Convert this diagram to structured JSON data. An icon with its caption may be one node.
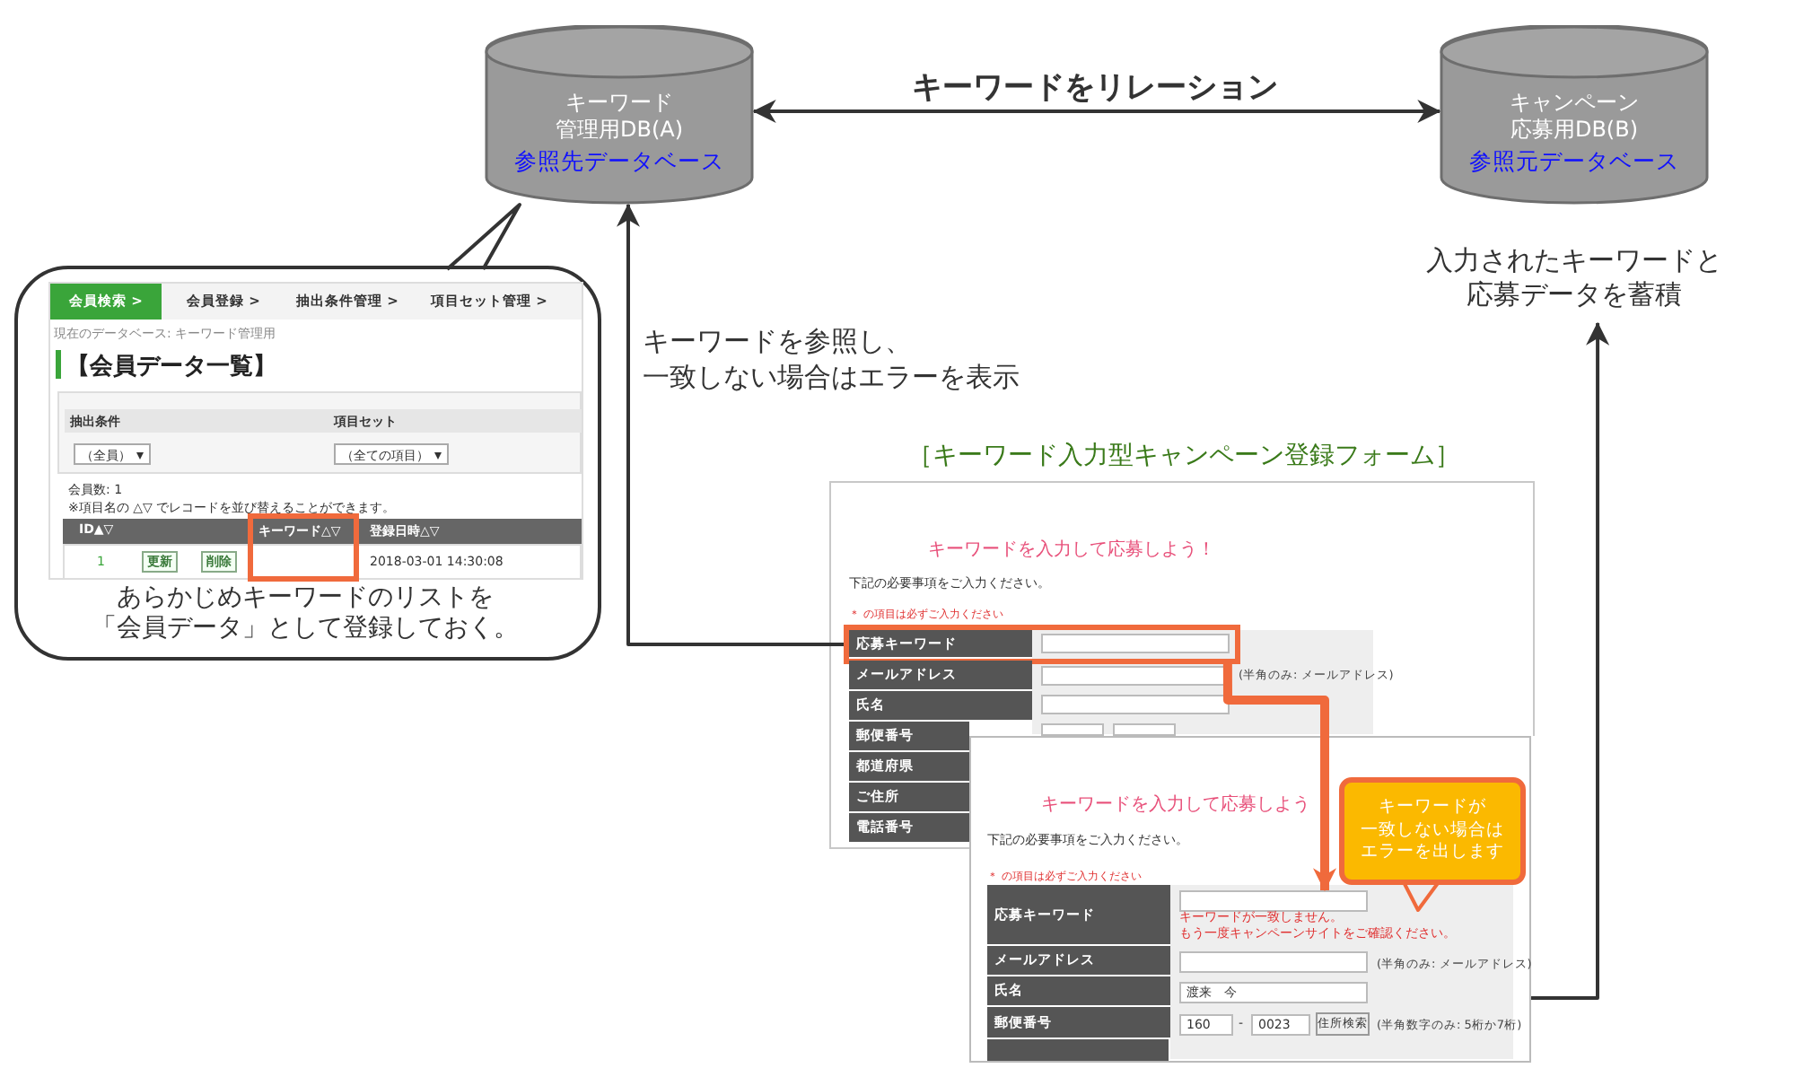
{
  "diagram": {
    "nodes": [
      {
        "text": [
          "キーワード管理用DB(A)",
          "参照先データベース"
        ]
      },
      {
        "text": [
          "キャンペーン応募用DB(B)",
          "参照元データベース"
        ],
        "beside": [
          "入力されたキーワードと応募データを蓄積"
        ]
      },
      {
        "text": [
          "あらかじめキーワードのリストを「会員データ」として登録しておく。"
        ]
      },
      {
        "text": [
          "［キーワード入力型キャンペーン登録フォーム］"
        ]
      },
      {
        "text": [
          "応募キーワード"
        ],
        "in": 3
      },
      {
        "text": [],
        "shape": "box"
      },
      {
        "text": [],
        "shape": "box",
        "in": 5
      },
      {
        "text": [
          "キーワードが一致しない場合はエラーを出します"
        ],
        "in": 5
      },
      {
        "text": [
          "キーワードが一致しません。もう一度キャンペーンサイトをご確認ください。"
        ],
        "in": 5
      },
      {
        "text": [],
        "shape": "box",
        "in": 3
      },
      {
        "text": [],
        "shape": "box",
        "in": 3
      },
      {
        "text": [],
        "shape": "box",
        "in": 3
      },
      {
        "text": [],
        "shape": "box",
        "in": 3
      },
      {
        "text": [],
        "shape": "box",
        "in": 5
      },
      {
        "text": [
          "渡来　今"
        ],
        "in": 5
      },
      {
        "text": [
          "160"
        ],
        "in": 5
      },
      {
        "text": [
          "0023"
        ],
        "in": 5
      },
      {
        "text": [],
        "shape": "box",
        "in": 4
      }
    ],
    "edges": [
      {
        "from": 0,
        "to": 1,
        "arrow": "both",
        "label": "キーワードをリレーション"
      },
      {
        "from": 4,
        "to": 0,
        "arrow": "to",
        "label": "キーワードを参照し、一致しない場合はエラーを表示"
      },
      {
        "from": 4,
        "to": 6,
        "arrow": "to",
        "style": "thick",
        "color": "#f06a3c"
      },
      {
        "from": 5,
        "to": 1,
        "arrow": "to"
      },
      {
        "from": 2,
        "to": 0,
        "arrow": "none"
      },
      {
        "from": 7,
        "to": 8,
        "arrow": "none",
        "color": "#f06a3c"
      }
    ],
    "labels": [
      "会員検索 >",
      "会員登録 >",
      "抽出条件管理 >",
      "項目セット管理 >",
      "現在のデータベース: キーワード管理用",
      "【会員データ一覧】",
      "抽出条件",
      "項目セット",
      "（全員）",
      "（全ての項目）",
      "会員数: 1",
      "※項目名の △▽ でレコードを並び替えることができます。",
      "ID▲▽",
      "キーワード△▽",
      "登録日時△▽",
      "1",
      "更新",
      "削除",
      "2018-03-01 14:30:08",
      "キーワードを入力して応募しよう！",
      "下記の必要事項をご入力ください。",
      "＊ の項目は必ずご入力ください",
      "メールアドレス",
      "(半角のみ: メールアドレス)",
      "氏名",
      "郵便番号",
      "都道府県",
      "ご住所",
      "電話番号",
      "キーワードを入力して応募しよう",
      "下記の必要事項をご入力ください。",
      "＊ の項目は必ずご入力ください",
      "応募キーワード",
      "メールアドレス",
      "(半角のみ: メールアドレス)",
      "氏名",
      "郵便番号",
      "-",
      "住所検索",
      "(半角数字のみ: 5桁か7桁)"
    ]
  }
}
